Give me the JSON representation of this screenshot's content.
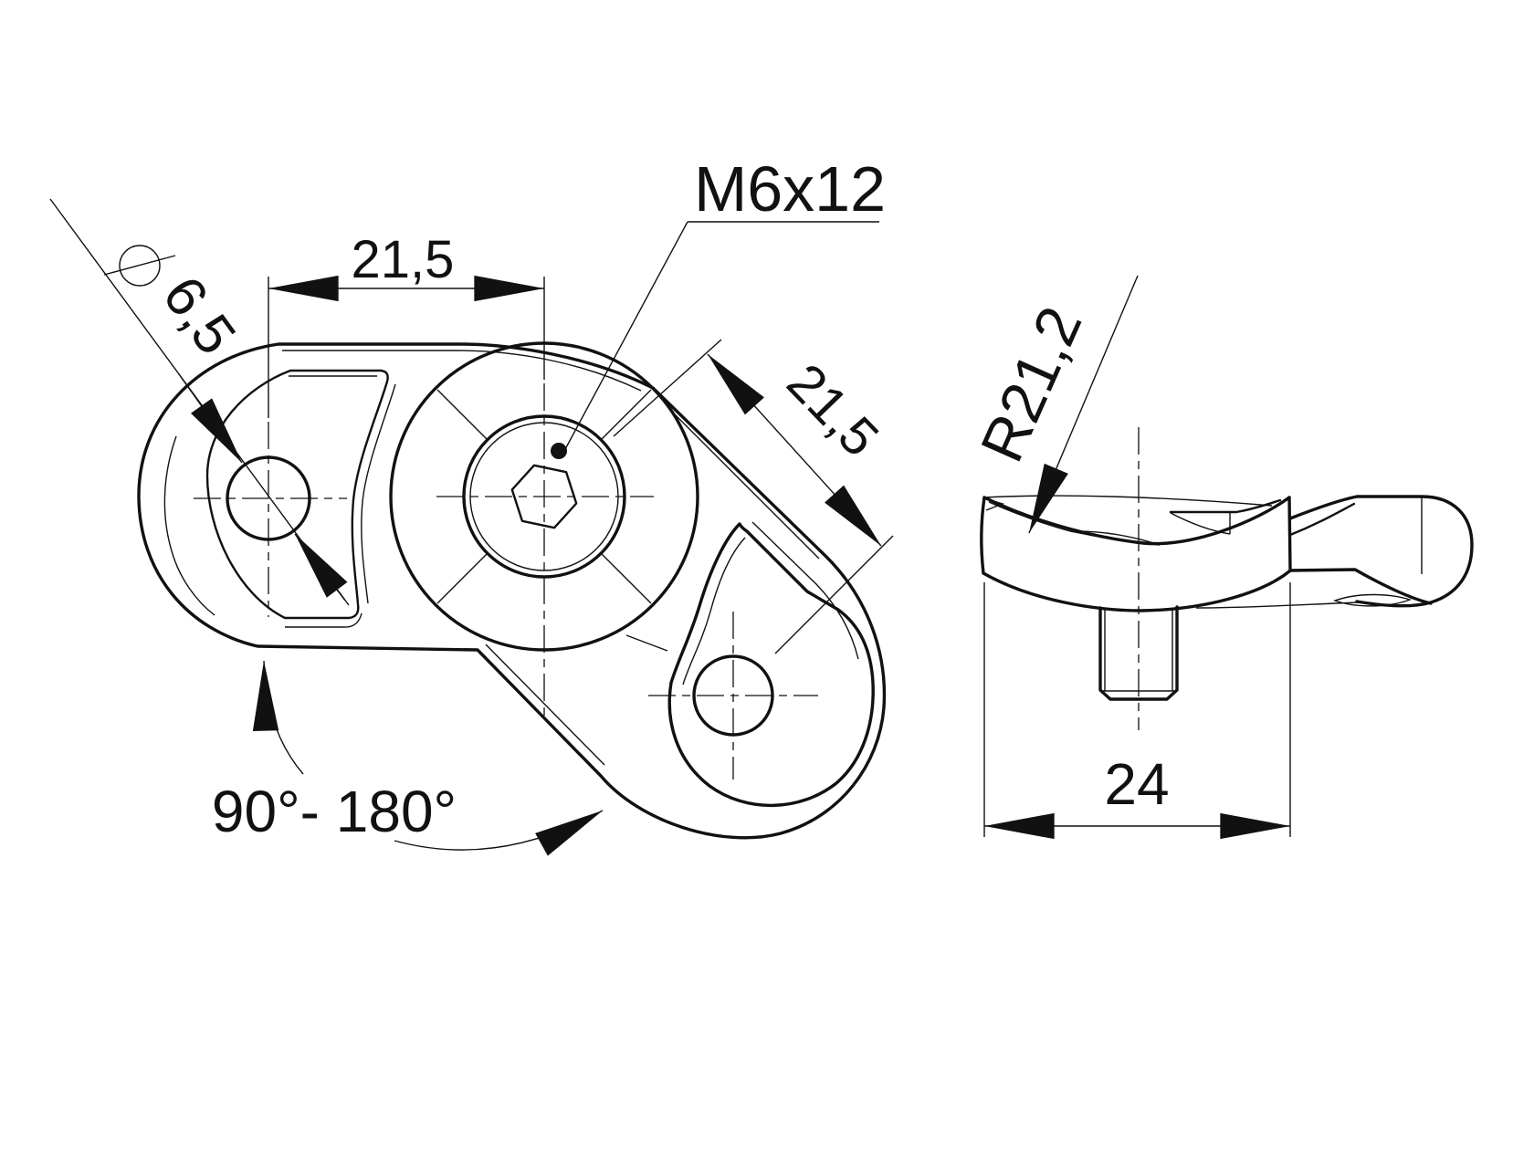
{
  "drawing": {
    "background_color": "#ffffff",
    "line_color": "#111111",
    "kind": "technical-drawing-2-views",
    "front_view": {
      "dim_hole_diameter": {
        "symbol": "Ø",
        "value": "6,5"
      },
      "dim_center_distance_top": "21,5",
      "screw_callout": "M6x12",
      "dim_center_distance_diagonal": "21,5",
      "dim_swivel_angle_range": "90°- 180°"
    },
    "side_view": {
      "dim_saddle_radius": "R21,2",
      "dim_overall_width": "24"
    }
  }
}
